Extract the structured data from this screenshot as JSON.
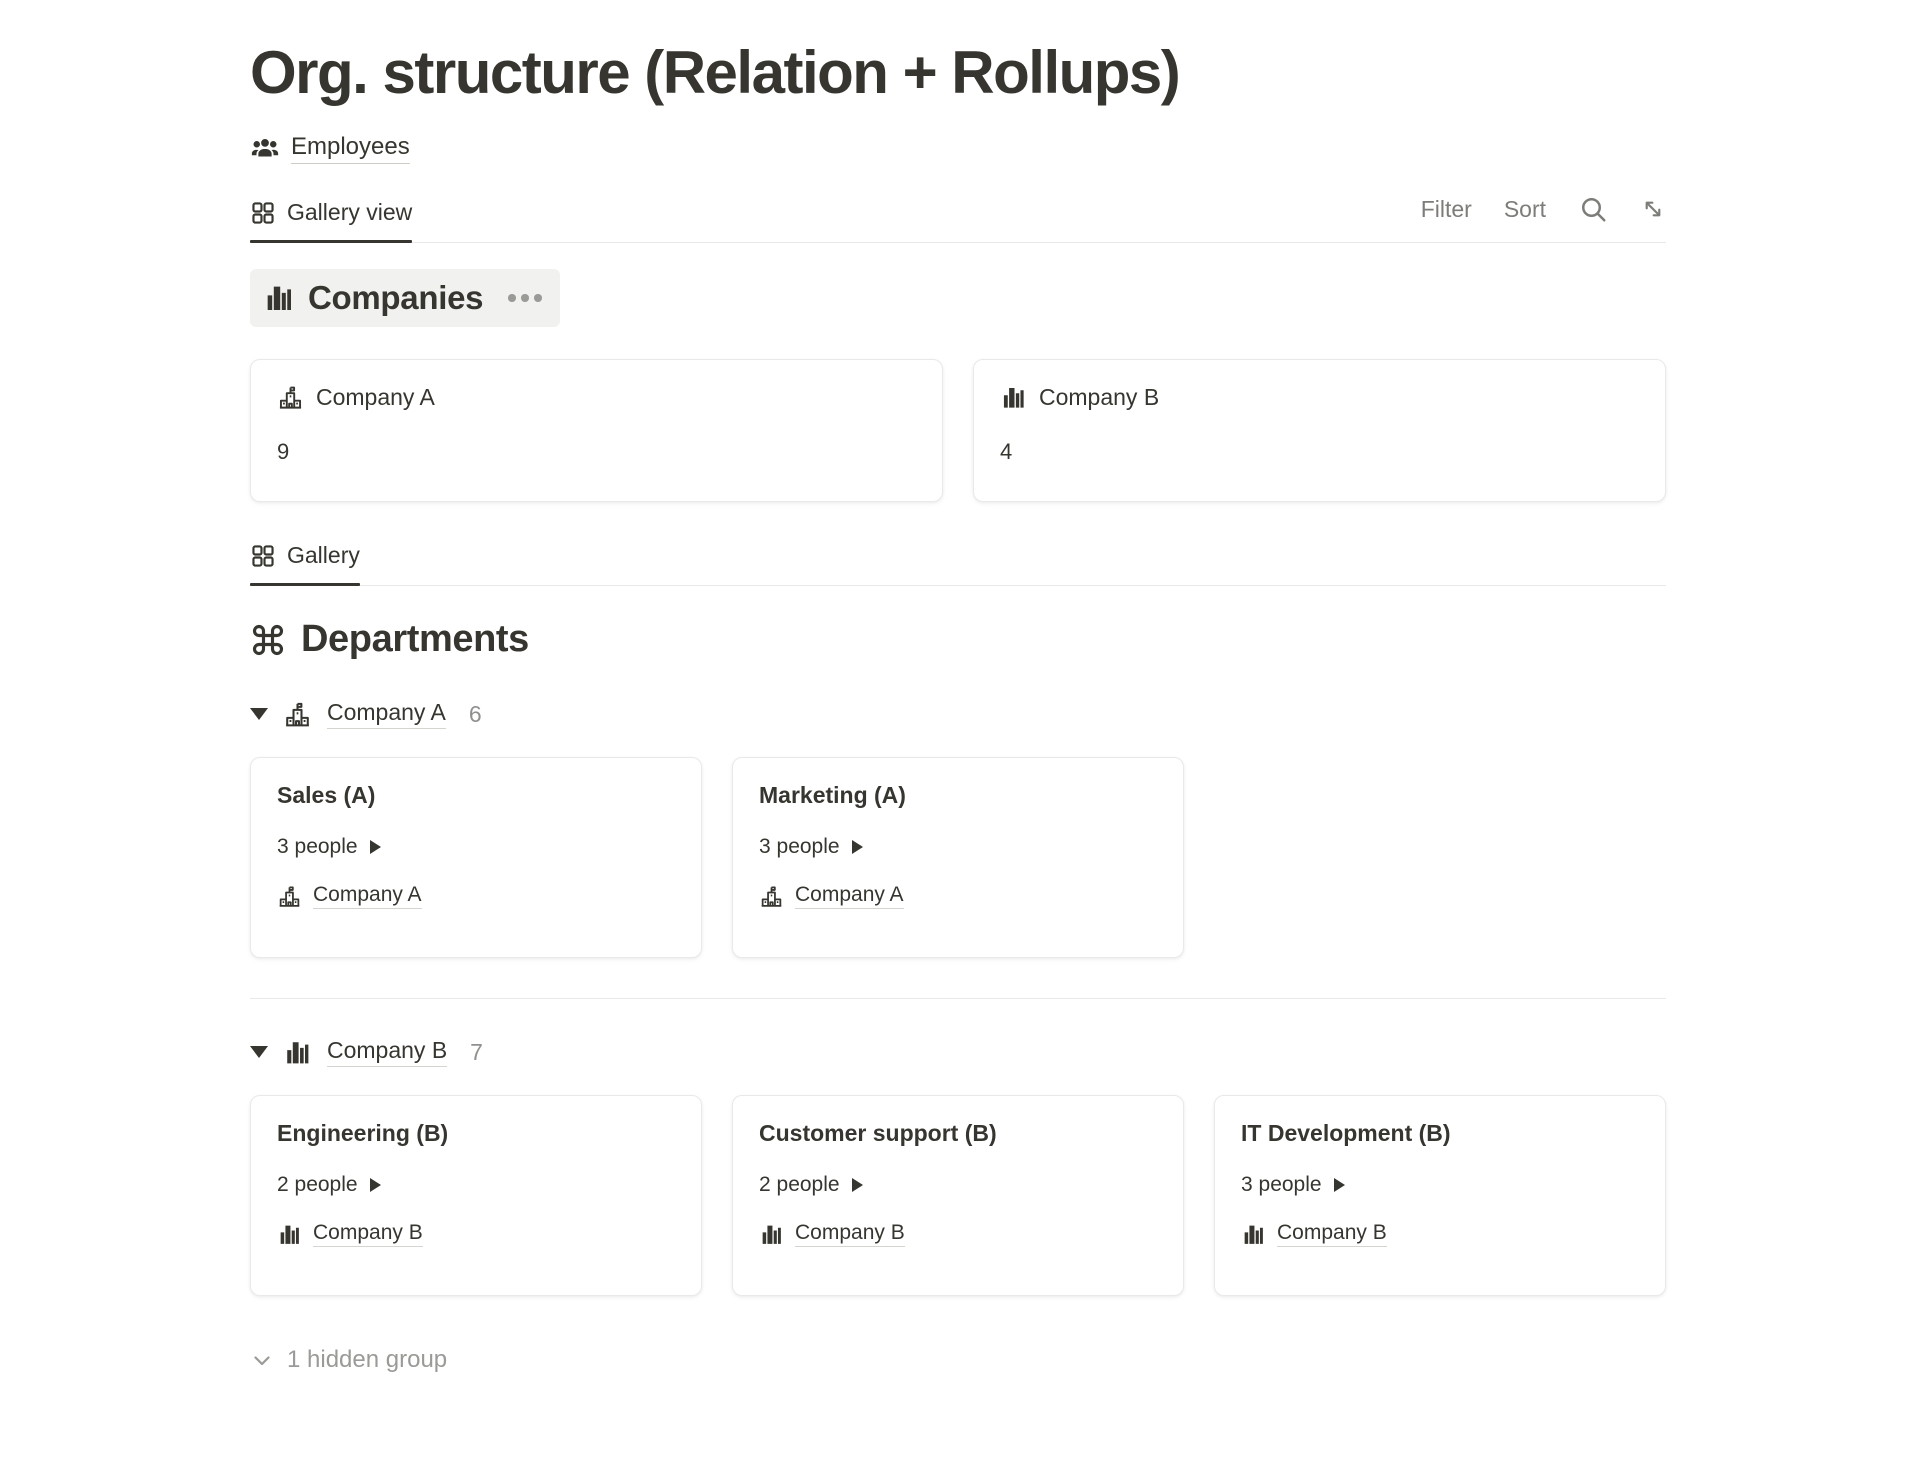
{
  "page": {
    "title": "Org. structure (Relation + Rollups)"
  },
  "breadcrumb": {
    "label": "Employees"
  },
  "toolbar": {
    "tab_label": "Gallery view",
    "filter_label": "Filter",
    "sort_label": "Sort"
  },
  "companies": {
    "title": "Companies",
    "cards": [
      {
        "name": "Company A",
        "count": "9"
      },
      {
        "name": "Company B",
        "count": "4"
      }
    ]
  },
  "gallery_tab": {
    "label": "Gallery"
  },
  "departments": {
    "title": "Departments",
    "groups": [
      {
        "company": "Company A",
        "count": "6",
        "cards": [
          {
            "title": "Sales (A)",
            "people": "3 people",
            "company": "Company A"
          },
          {
            "title": "Marketing (A)",
            "people": "3 people",
            "company": "Company A"
          }
        ]
      },
      {
        "company": "Company B",
        "count": "7",
        "cards": [
          {
            "title": "Engineering (B)",
            "people": "2 people",
            "company": "Company B"
          },
          {
            "title": "Customer support (B)",
            "people": "2 people",
            "company": "Company B"
          },
          {
            "title": "IT Development (B)",
            "people": "3 people",
            "company": "Company B"
          }
        ]
      }
    ],
    "hidden_label": "1 hidden group"
  },
  "icons": {
    "breadcrumb_icon": "people-group-icon",
    "tab_icon": "gallery-grid-icon",
    "company_a_icon": "building-flag-icon",
    "company_b_icon": "city-buildings-icon",
    "departments_icon": "command-icon",
    "toolbar_icons": [
      "search-icon",
      "expand-icon"
    ]
  },
  "colors": {
    "text": "#37352f",
    "muted": "#7d7c78",
    "faint": "#9b9a97",
    "border": "#e9e9e7",
    "chip_bg": "#f1f1ef"
  }
}
